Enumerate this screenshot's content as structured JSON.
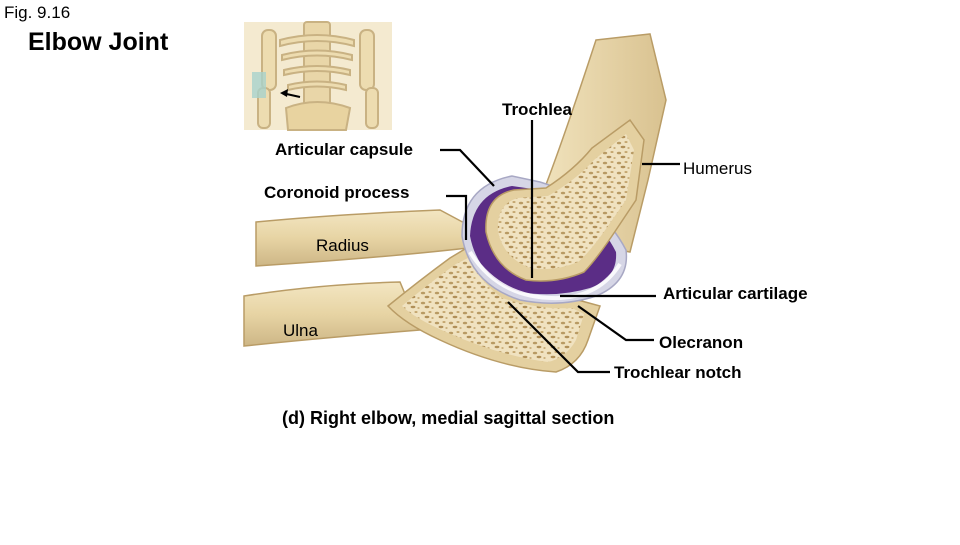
{
  "figure": {
    "number": "Fig. 9.16",
    "title": "Elbow Joint",
    "caption_letter": "(d)",
    "caption_text": " Right elbow, medial sagittal section"
  },
  "labels": {
    "trochlea": "Trochlea",
    "articular_capsule": "Articular capsule",
    "humerus": "Humerus",
    "coronoid_process": "Coronoid process",
    "radius": "Radius",
    "articular_cartilage": "Articular cartilage",
    "ulna": "Ulna",
    "olecranon": "Olecranon",
    "trochlear_notch": "Trochlear notch"
  },
  "colors": {
    "bone": "#ecdcb2",
    "bone_shadow": "#c9b283",
    "spongy_bone": "#f0e2c0",
    "spongy_pores": "#b89a63",
    "cartilage": "#5b2d86",
    "capsule": "#d6d6e6",
    "skeleton_bg": "#f4ead0"
  }
}
